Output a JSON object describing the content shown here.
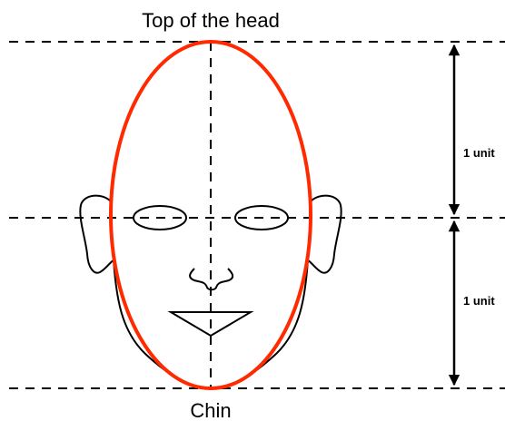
{
  "labels": {
    "top": "Top of the head",
    "bottom": "Chin",
    "upper_unit": "1 unit",
    "lower_unit": "1 unit"
  },
  "colors": {
    "head_outline": "#ff2a00",
    "lines": "#000000",
    "background": "#ffffff"
  },
  "icons": {
    "arrow": "double-headed-arrow"
  }
}
